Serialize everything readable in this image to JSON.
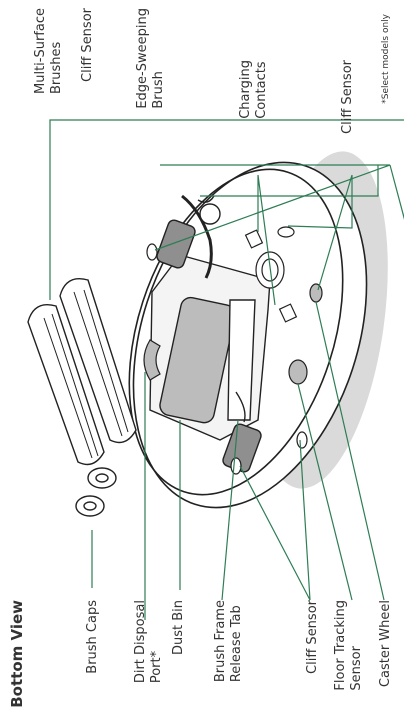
{
  "title": "Bottom View",
  "footnote": "*Select models only",
  "labels": {
    "multi_surface_brushes": "Multi-Surface\nBrushes",
    "cliff_sensor_top_left": "Cliff Sensor",
    "edge_sweeping_brush": "Edge-Sweeping\nBrush",
    "charging_contacts": "Charging\nContacts",
    "cliff_sensor_top_right": "Cliff Sensor",
    "brush_caps": "Brush Caps",
    "dirt_disposal_port": "Dirt Disposal\nPort*",
    "dust_bin": "Dust Bin",
    "brush_frame_release_tab": "Brush Frame\nRelease Tab",
    "cliff_sensor_bottom": "Cliff Sensor",
    "floor_tracking_sensor": "Floor Tracking\nSensor",
    "caster_wheel": "Caster Wheel"
  },
  "colors": {
    "callout_line": "#2e7d55",
    "text": "#333333",
    "shadow": "#dadada",
    "outline": "#222222"
  }
}
